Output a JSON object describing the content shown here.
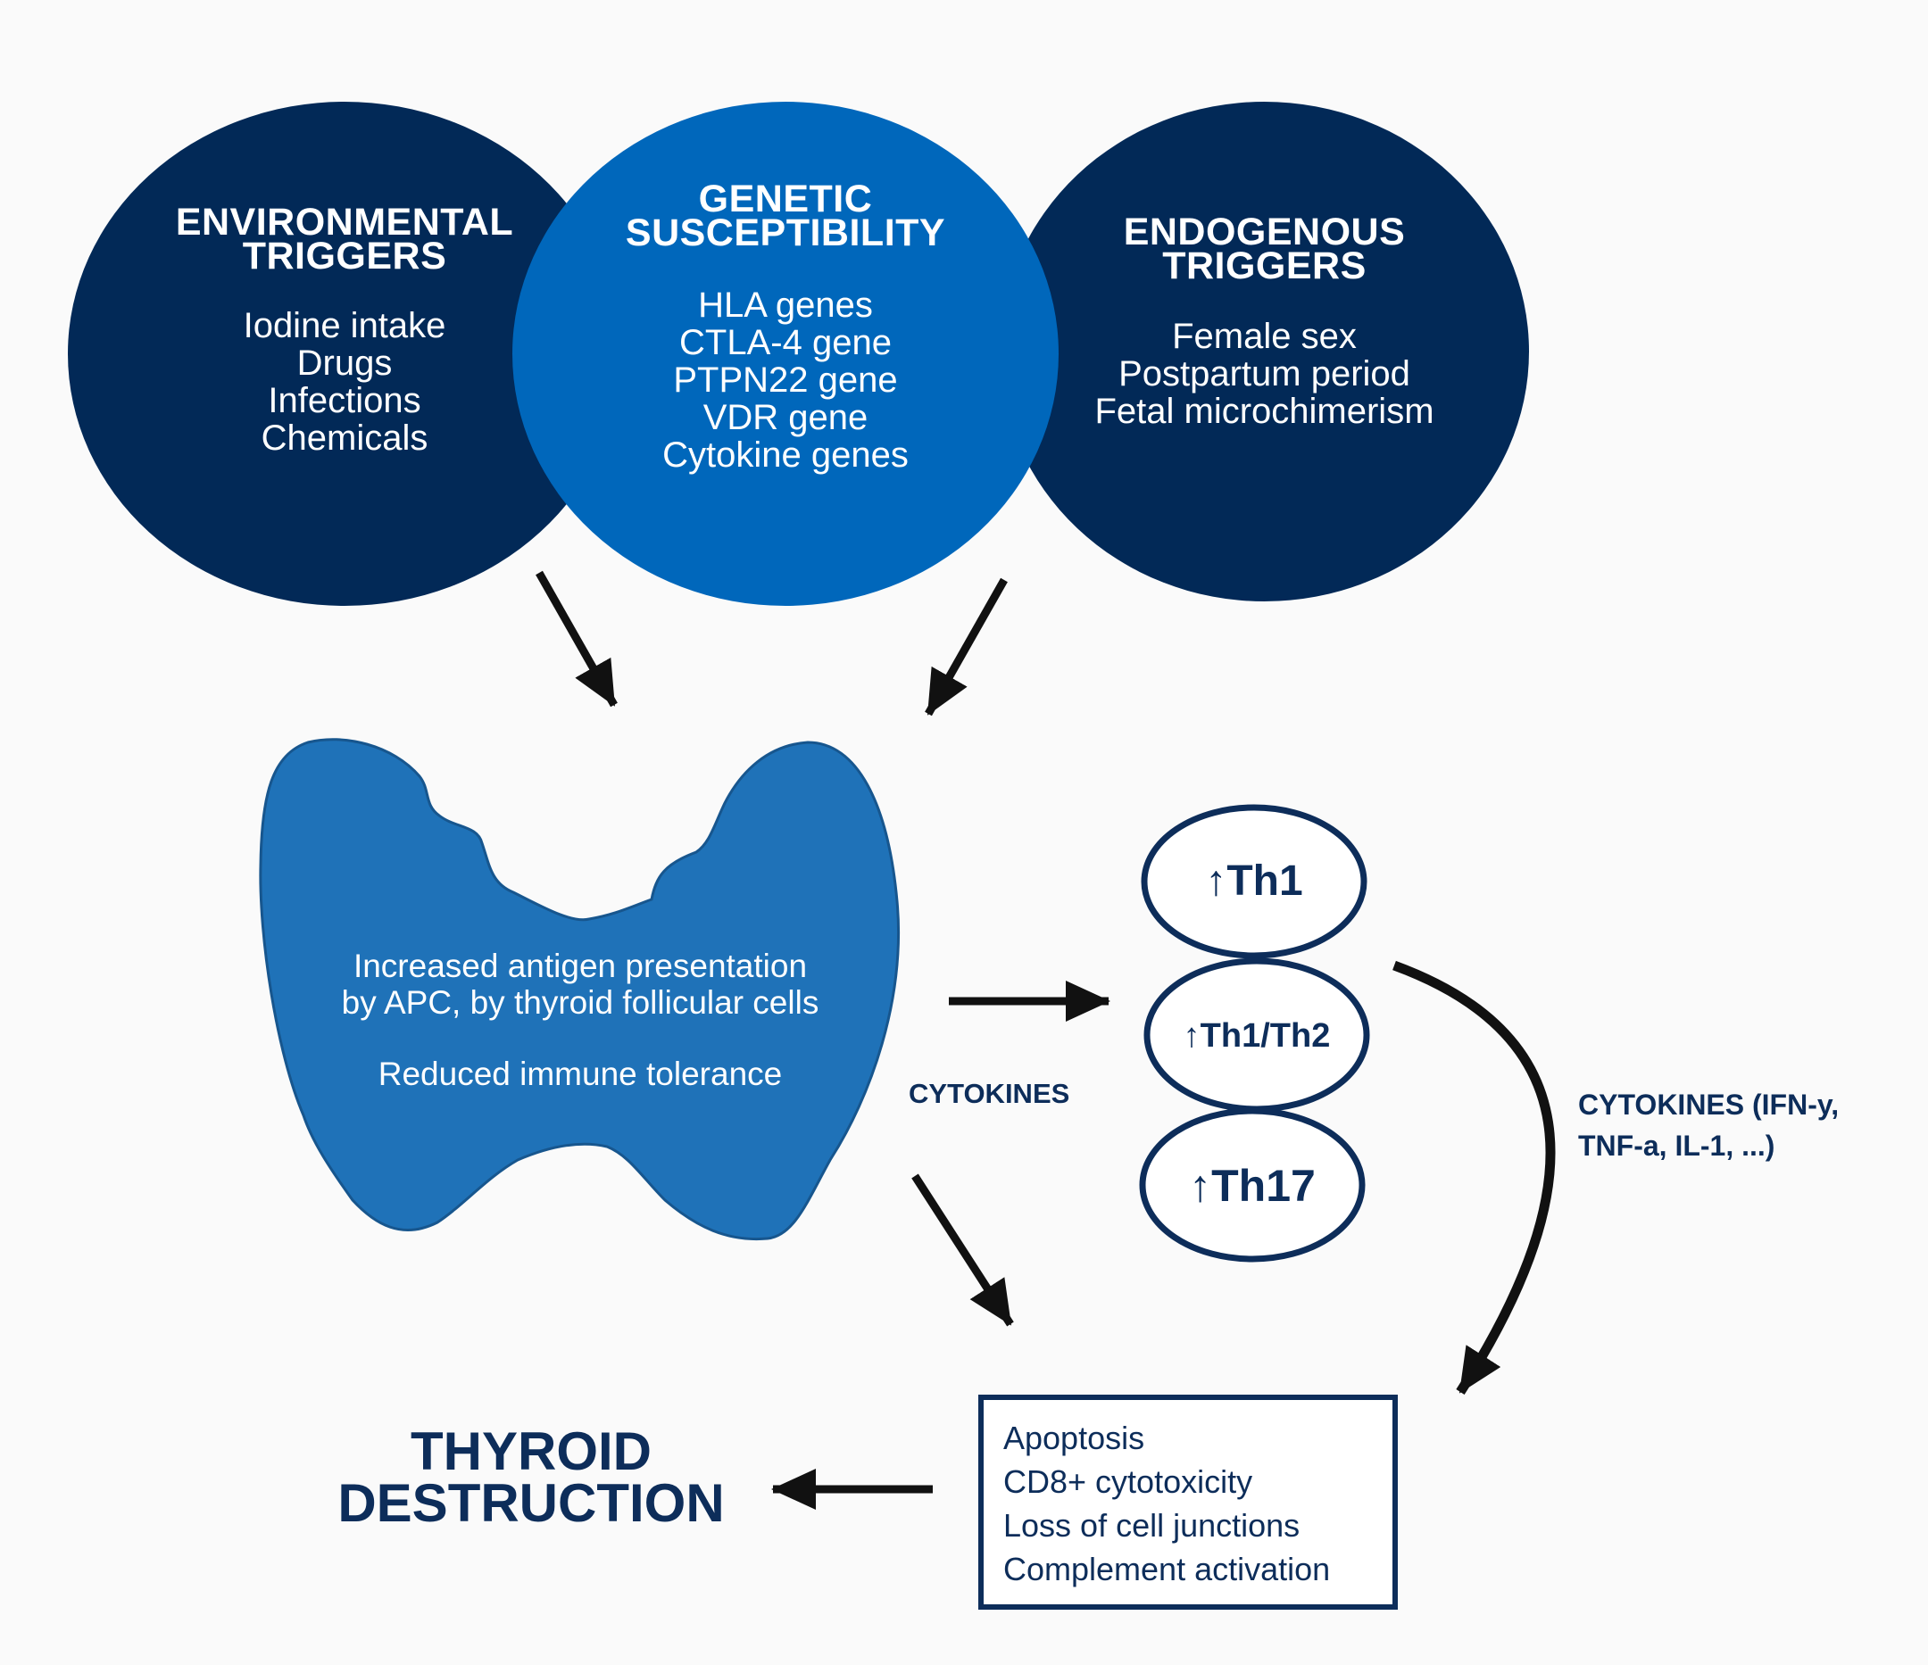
{
  "circles": {
    "environmental": {
      "title_line1": "ENVIRONMENTAL",
      "title_line2": "TRIGGERS",
      "items": [
        "Iodine intake",
        "Drugs",
        "Infections",
        "Chemicals"
      ],
      "color": "#022957"
    },
    "genetic": {
      "title_line1": "GENETIC",
      "title_line2": "SUSCEPTIBILITY",
      "items": [
        "HLA genes",
        "CTLA-4 gene",
        "PTPN22 gene",
        "VDR gene",
        "Cytokine genes"
      ],
      "color": "#0067bb"
    },
    "endogenous": {
      "title_line1": "ENDOGENOUS",
      "title_line2": "TRIGGERS",
      "items": [
        "Female sex",
        "Postpartum period",
        "Fetal microchimerism"
      ],
      "color": "#022957"
    }
  },
  "thyroid": {
    "line1": "Increased antigen presentation",
    "line2": "by APC, by thyroid follicular cells",
    "line3": "Reduced immune tolerance",
    "color": "#1f72b8",
    "icon": "thyroid-gland-icon"
  },
  "cytokines_label": "CYTOKINES",
  "th_cells": [
    {
      "arrow": "↑",
      "label": "Th1"
    },
    {
      "arrow": "↑",
      "label": "Th1/Th2"
    },
    {
      "arrow": "↑",
      "label": "Th17"
    }
  ],
  "cytokines_detail": {
    "line1": "CYTOKINES (IFN-y,",
    "line2": "TNF-a, IL-1, ...)"
  },
  "effects": [
    "Apoptosis",
    "CD8+ cytotoxicity",
    "Loss of cell junctions",
    "Complement activation"
  ],
  "outcome": {
    "line1": "THYROID",
    "line2": "DESTRUCTION"
  },
  "colors": {
    "navy": "#0d2d5a",
    "text_navy": "#022957",
    "blue": "#0067bb",
    "arrow": "#111111",
    "background": "#fafafa"
  }
}
